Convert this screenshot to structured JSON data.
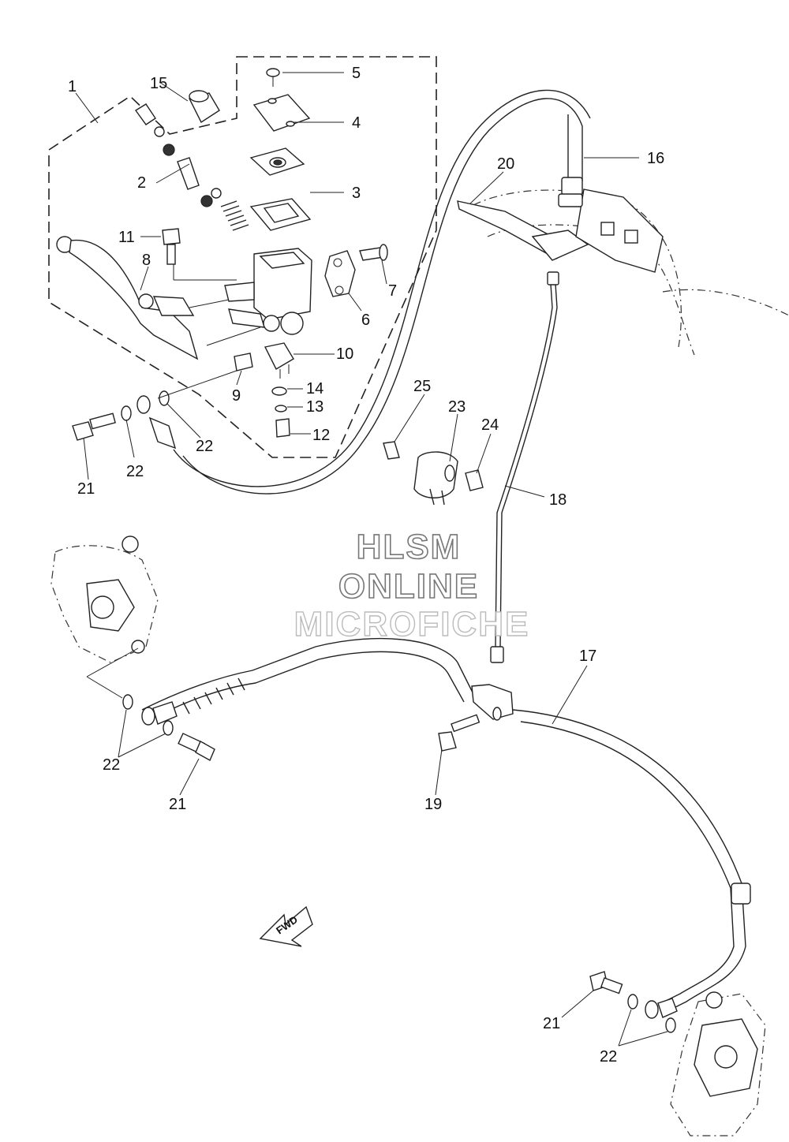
{
  "diagram": {
    "callouts": [
      "1",
      "2",
      "3",
      "4",
      "5",
      "6",
      "7",
      "8",
      "9",
      "10",
      "11",
      "12",
      "13",
      "14",
      "15",
      "16",
      "17",
      "18",
      "19",
      "20",
      "21",
      "22",
      "23",
      "24",
      "25"
    ],
    "repeat_21": "21",
    "repeat_22": "22",
    "fwd_label": "FWD"
  },
  "watermark": {
    "line1": "HLSM",
    "line2": "ONLINE",
    "line3": "MICROFICHE"
  }
}
